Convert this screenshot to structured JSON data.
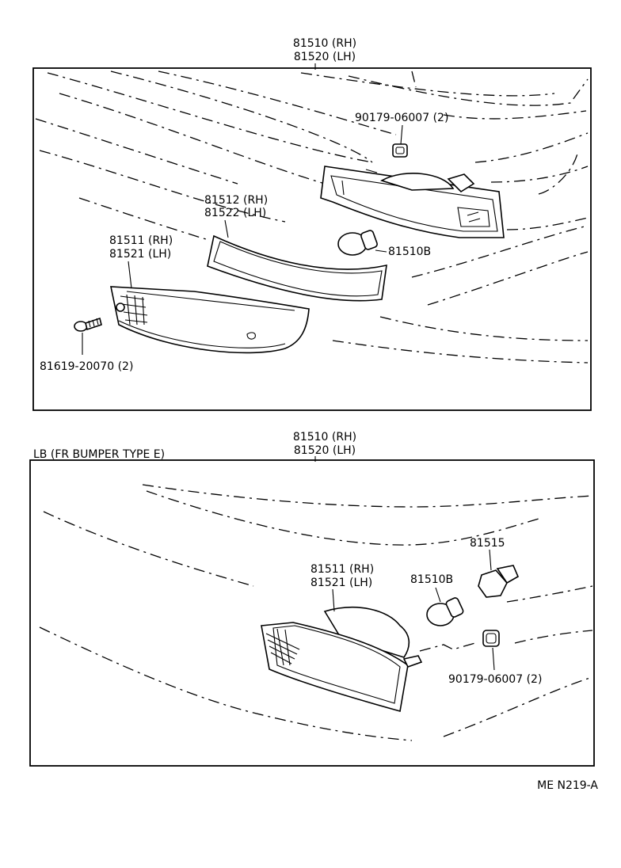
{
  "diagram": {
    "top": {
      "assembly_rh": "81510 (RH)",
      "assembly_lh": "81520 (LH)",
      "nut": "90179-06007 (2)",
      "gasket_rh": "81512 (RH)",
      "gasket_lh": "81522 (LH)",
      "bulb": "81510B",
      "lens_rh": "81511 (RH)",
      "lens_lh": "81521 (LH)",
      "screw": "81619-20070 (2)"
    },
    "bottom": {
      "variant_note": "LB (FR BUMPER TYPE E)",
      "assembly_rh": "81510 (RH)",
      "assembly_lh": "81520 (LH)",
      "socket": "81515",
      "lens_rh": "81511 (RH)",
      "lens_lh": "81521 (LH)",
      "bulb": "81510B",
      "nut": "90179-06007 (2)"
    },
    "figure_code": "ME N219-A"
  }
}
